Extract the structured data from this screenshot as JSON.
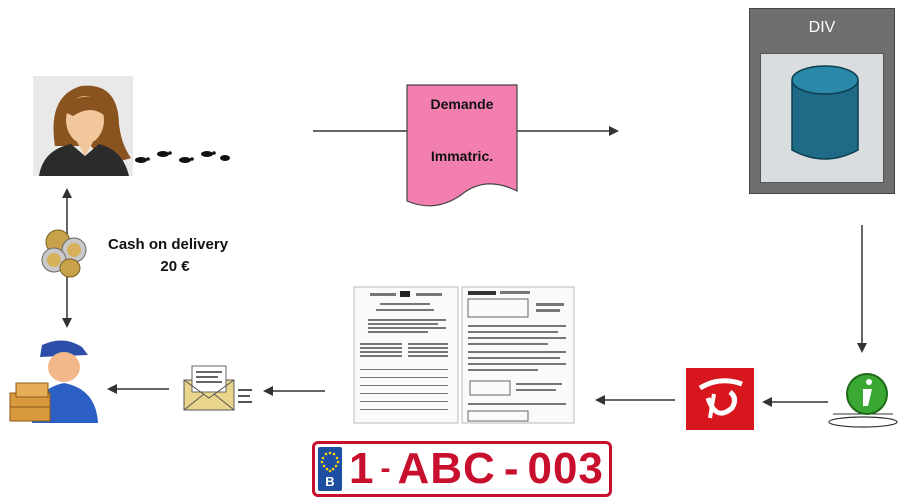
{
  "div_box": {
    "title": "DIV"
  },
  "request_doc": {
    "line1": "Demande",
    "line2": "Immatric."
  },
  "payment": {
    "line1": "Cash on delivery",
    "line2": "20 €"
  },
  "plate": {
    "country": "B",
    "number": "1",
    "separator": "-",
    "letters": "ABC",
    "dash": "-",
    "digits": "003"
  },
  "colors": {
    "doc_pink": "#f27fb0",
    "div_frame": "#6f6f6f",
    "div_header": "#808080",
    "div_inner": "#d9dde0",
    "database": "#1f6b87",
    "post_red": "#d8161e",
    "info_green": "#3aa832",
    "plate_red": "#c8102e",
    "eu_blue": "#1d4ea1"
  },
  "icons": [
    "person-icon",
    "footsteps-icon",
    "coins-icon",
    "delivery-man-icon",
    "envelope-icon",
    "documents-icon",
    "postal-logo-icon",
    "info-icon",
    "database-icon"
  ]
}
